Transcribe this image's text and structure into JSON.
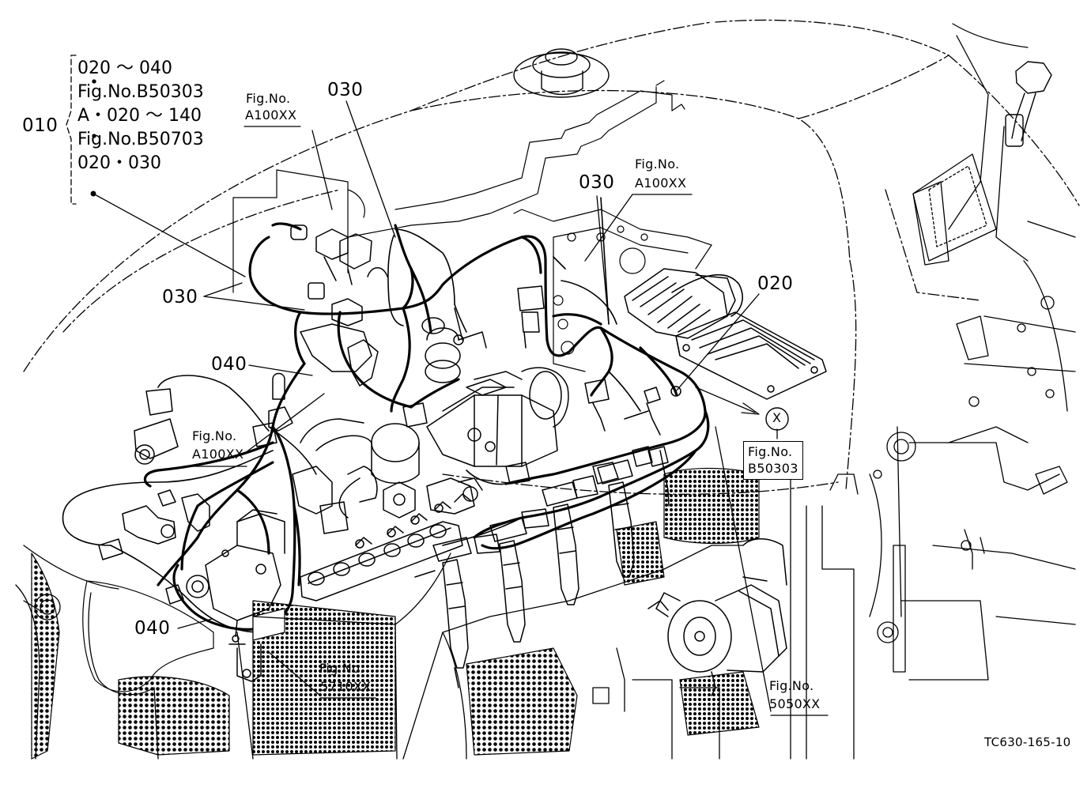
{
  "diagram": {
    "drawing_ref": "TC630-165-10",
    "callout_010": {
      "number": "010",
      "lines": [
        "020 ～ 040",
        "Fig.No.B50303",
        "A・020 ～ 140",
        "Fig.No.B50703",
        "020・030"
      ]
    },
    "part_labels": {
      "p030_top": "030",
      "p030_right": "030",
      "p030_left": "030",
      "p020": "020",
      "p040_mid": "040",
      "p040_bottom": "040",
      "marker_x": "X"
    },
    "fig_refs": {
      "fig_top_left": {
        "prefix": "Fig.No.",
        "code": "A100XX"
      },
      "fig_top_right": {
        "prefix": "Fig.No.",
        "code": "A100XX"
      },
      "fig_mid_left": {
        "prefix": "Fig.No.",
        "code": "A100XX"
      },
      "fig_connector": {
        "prefix": "Fig.No.",
        "code": "B50303"
      },
      "fig_bottom_mid": {
        "prefix": "Fig.No.",
        "code": "5710XX"
      },
      "fig_bottom_right": {
        "prefix": "Fig.No.",
        "code": "5050XX"
      }
    }
  }
}
